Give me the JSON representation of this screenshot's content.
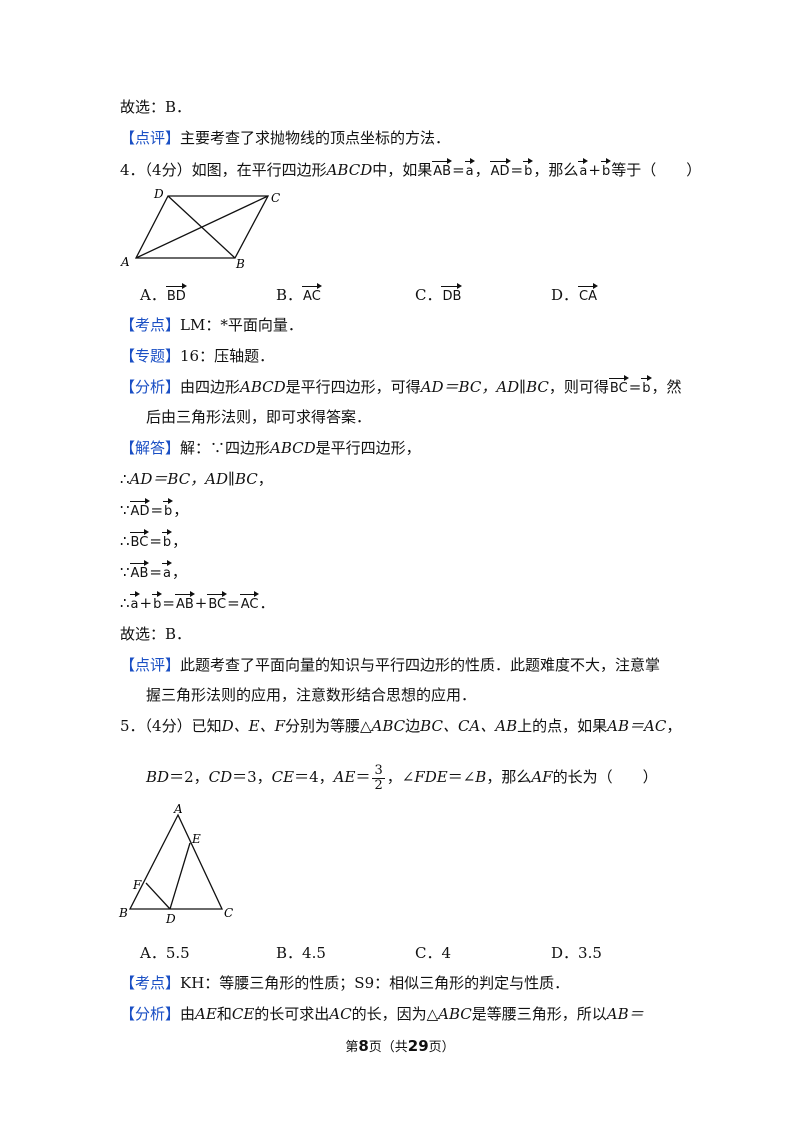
{
  "prev": {
    "answer": "故选：B．",
    "comment_tag": "【点评】",
    "comment_text": "主要考查了求抛物线的顶点坐标的方法．"
  },
  "q4": {
    "stem_a": "4．（4分）如图，在平行四边形",
    "stem_b": "ABCD",
    "stem_c": "中，如果",
    "stem_d": "，",
    "stem_e": "，那么",
    "stem_f": "等于（　　）",
    "v_ab": "AB",
    "v_ad": "AD",
    "v_a": "a",
    "v_b": "b",
    "plus": "+",
    "eq": "=",
    "figure_labels": {
      "a": "A",
      "b": "B",
      "c": "C",
      "d": "D"
    },
    "options": [
      {
        "letter": "A．",
        "vec": "BD"
      },
      {
        "letter": "B．",
        "vec": "AC"
      },
      {
        "letter": "C．",
        "vec": "DB"
      },
      {
        "letter": "D．",
        "vec": "CA"
      }
    ],
    "kaodian_tag": "【考点】",
    "kaodian_text": "LM：*平面向量．",
    "zhuanti_tag": "【专题】",
    "zhuanti_text": "16：压轴题．",
    "fenxi_tag": "【分析】",
    "fenxi_1a": "由四边形",
    "fenxi_1b": "ABCD",
    "fenxi_1c": "是平行四边形，可得",
    "fenxi_1d": "AD＝BC，AD∥BC",
    "fenxi_1e": "，则可得",
    "fenxi_1f": "，然",
    "v_bc": "BC",
    "fenxi_2": "后由三角形法则，即可求得答案．",
    "jieda_tag": "【解答】",
    "jieda_1a": "解：∵四边形",
    "jieda_1b": "ABCD",
    "jieda_1c": "是平行四边形，",
    "step_therefore": "∴",
    "step_because": "∵",
    "step2": "AD＝BC，AD∥BC",
    "step2_end": "，",
    "step_comma": "，",
    "step_end": "．",
    "v_ac": "AC",
    "answer": "故选：B．",
    "pingjia_tag": "【点评】",
    "pingjia_1": "此题考查了平面向量的知识与平行四边形的性质．此题难度不大，注意掌",
    "pingjia_2": "握三角形法则的应用，注意数形结合思想的应用．"
  },
  "q5": {
    "stem1_a": "5．（4分）已知",
    "stem1_b": "D、E、F",
    "stem1_c": "分别为等腰△",
    "stem1_d": "ABC",
    "stem1_e": "边",
    "stem1_f": "BC、CA、AB",
    "stem1_g": "上的点，如果",
    "stem1_h": "AB＝AC",
    "stem1_i": "，",
    "stem2_a": "BD",
    "stem2_b": "＝2，",
    "stem2_c": "CD",
    "stem2_d": "＝3，",
    "stem2_e": "CE",
    "stem2_f": "＝4，",
    "stem2_g": "AE",
    "stem2_h": "＝",
    "frac_num": "3",
    "frac_den": "2",
    "stem2_i": "，∠",
    "stem2_j": "FDE",
    "stem2_k": "＝∠",
    "stem2_l": "B",
    "stem2_m": "，那么",
    "stem2_n": "AF",
    "stem2_o": "的长为（　　）",
    "figure_labels": {
      "a": "A",
      "b": "B",
      "c": "C",
      "d": "D",
      "e": "E",
      "f": "F"
    },
    "options": [
      "A．5.5",
      "B．4.5",
      "C．4",
      "D．3.5"
    ],
    "kaodian_tag": "【考点】",
    "kaodian_text": "KH：等腰三角形的性质；S9：相似三角形的判定与性质．",
    "fenxi_tag": "【分析】",
    "fenxi_a": "由",
    "fenxi_b": "AE",
    "fenxi_c": "和",
    "fenxi_d": "CE",
    "fenxi_e": "的长可求出",
    "fenxi_f": "AC",
    "fenxi_g": "的长，因为△",
    "fenxi_h": "ABC",
    "fenxi_i": "是等腰三角形，所以",
    "fenxi_j": "AB＝"
  },
  "footer": {
    "pre": "第",
    "page": "8",
    "mid": "页（共",
    "total": "29",
    "post": "页）"
  }
}
